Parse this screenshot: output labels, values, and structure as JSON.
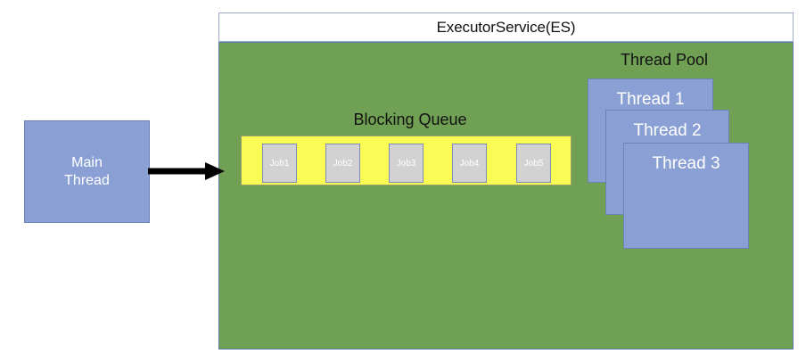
{
  "diagram": {
    "title": "ExecutorService(ES)",
    "colors": {
      "panel_green": "#70a054",
      "box_blue": "#8aa0d5",
      "queue_yellow": "#fbfb55",
      "job_gray": "#d2d2d2",
      "arrow_black": "#000000",
      "text_white": "#ffffff",
      "text_black": "#111111"
    }
  },
  "main_thread": {
    "line1": "Main",
    "line2": "Thread"
  },
  "arrow": {
    "name": "submit-arrow"
  },
  "blocking_queue": {
    "label": "Blocking Queue",
    "jobs": [
      {
        "label": "Job1"
      },
      {
        "label": "Job2"
      },
      {
        "label": "Job3"
      },
      {
        "label": "Job4"
      },
      {
        "label": "Job5"
      }
    ]
  },
  "thread_pool": {
    "label": "Thread Pool",
    "threads": [
      {
        "label": "Thread 1"
      },
      {
        "label": "Thread 2"
      },
      {
        "label": "Thread 3"
      }
    ]
  }
}
